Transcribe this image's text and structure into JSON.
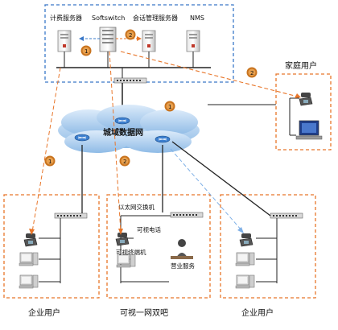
{
  "servers": {
    "billing": "计费服务器",
    "softswitch": "Softswitch",
    "session": "会话管理服务器",
    "nms": "NMS"
  },
  "network": {
    "metro": "城域数据网"
  },
  "home": {
    "title": "家庭用户"
  },
  "enterprise_left": {
    "title": "企业用户"
  },
  "enterprise_right": {
    "title": "企业用户"
  },
  "bar": {
    "title": "可视一网双吧",
    "ethernet_switch": "以太网交换机",
    "video_phone": "可视电话",
    "video_terminal": "可视终端机",
    "service_desk": "营业服务"
  },
  "markers": {
    "m1": "1",
    "m2": "2"
  },
  "colors": {
    "box_blue": "#3a78c8",
    "box_orange": "#e8762a",
    "cloud": "#a9cdee",
    "marker": "#c8731e"
  }
}
